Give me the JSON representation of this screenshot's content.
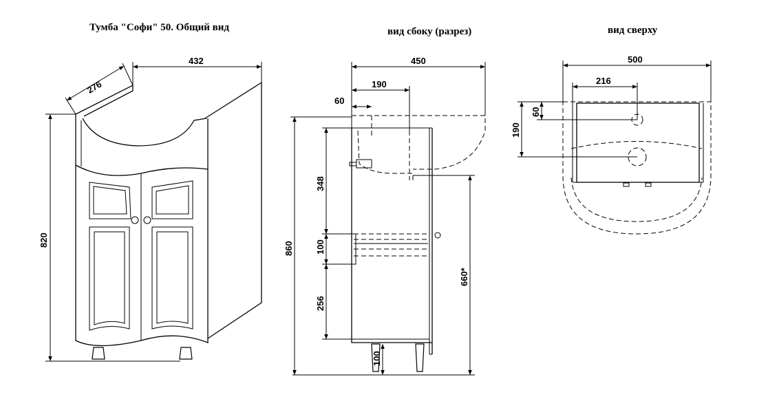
{
  "titles": {
    "general": "Тумба \"Софи\" 50. Общий вид",
    "side": "вид сбоку (разрез)",
    "top": "вид сверху"
  },
  "dimensions": {
    "general": {
      "depth": "276",
      "width": "432",
      "height": "820"
    },
    "side": {
      "depth": "450",
      "bowl_offset": "190",
      "front_offset": "60",
      "total_height": "860",
      "upper_section": "348",
      "drawer": "100",
      "lower_section": "256",
      "plinth": "100",
      "floor_to_bowl": "660*"
    },
    "top": {
      "width": "500",
      "hole_offset": "216",
      "depth_60": "60",
      "depth_190": "190"
    }
  }
}
